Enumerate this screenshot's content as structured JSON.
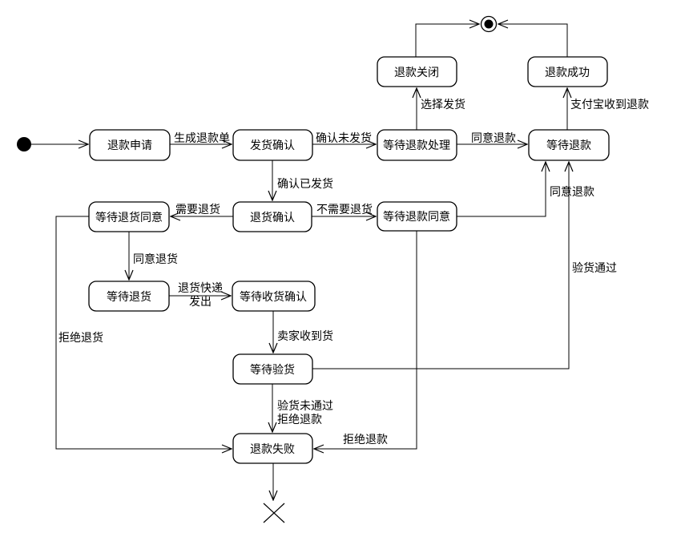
{
  "colors": {
    "stroke": "#000000",
    "background": "#ffffff"
  },
  "nodes": {
    "refund_apply": "退款申请",
    "ship_confirm": "发货确认",
    "wait_refund_process": "等待退款处理",
    "wait_refund": "等待退款",
    "refund_closed": "退款关闭",
    "refund_success": "退款成功",
    "wait_return_agree": "等待退货同意",
    "return_confirm": "退货确认",
    "wait_refund_agree": "等待退款同意",
    "wait_return": "等待退货",
    "wait_receive_confirm": "等待收货确认",
    "wait_inspect": "等待验货",
    "refund_fail": "退款失败"
  },
  "edge_labels": {
    "gen_refund_order": "生成退款单",
    "confirm_not_shipped": "确认未发货",
    "agree_refund_row1": "同意退款",
    "choose_ship": "选择发货",
    "alipay_received": "支付宝收到退款",
    "confirm_shipped": "确认已发货",
    "need_return": "需要退货",
    "no_need_return": "不需要退货",
    "agree_refund_right": "同意退款",
    "inspect_pass": "验货通过",
    "agree_return": "同意退货",
    "return_courier_line1": "退货快递",
    "return_courier_line2": "发出",
    "seller_received": "卖家收到货",
    "inspect_fail_line1": "验货未通过",
    "inspect_fail_line2": "拒绝退款",
    "refuse_refund": "拒绝退款",
    "refuse_return": "拒绝退货"
  }
}
